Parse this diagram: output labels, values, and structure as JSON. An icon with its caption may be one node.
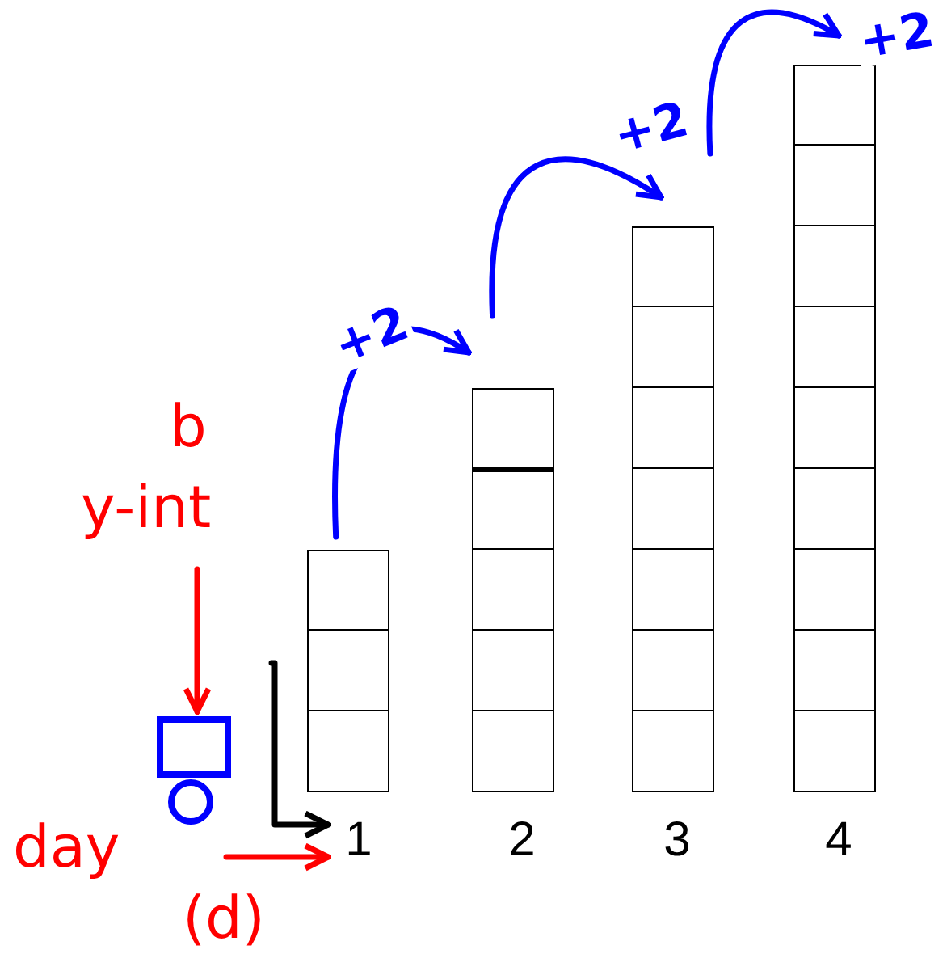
{
  "diagram": {
    "nodes": [
      {
        "text": [],
        "shape": "box"
      },
      {
        "text": [],
        "shape": "box"
      },
      {
        "text": [],
        "shape": "box"
      },
      {
        "text": [],
        "shape": "box"
      },
      {
        "text": [
          "1"
        ]
      },
      {
        "text": [
          "2"
        ]
      },
      {
        "text": [
          "3"
        ]
      },
      {
        "text": [
          "4"
        ]
      },
      {
        "text": [
          "b",
          "y-int"
        ]
      },
      {
        "text": [],
        "shape": "box"
      },
      {
        "text": [],
        "shape": "circle"
      },
      {
        "text": [
          "day",
          "(d)"
        ]
      }
    ],
    "edges": [
      {
        "from": 0,
        "to": 1,
        "arrow": "to",
        "label": "+2"
      },
      {
        "from": 1,
        "to": 2,
        "arrow": "to",
        "label": "+2"
      },
      {
        "from": 2,
        "to": 3,
        "arrow": "to",
        "label": "+2"
      },
      {
        "from": 8,
        "to": 9,
        "arrow": "to",
        "color": "#ff0000"
      },
      {
        "from": 0,
        "to": 4,
        "arrow": "to",
        "color": "#000000"
      },
      {
        "from": 11,
        "to": 4,
        "arrow": "to",
        "color": "#ff0000"
      }
    ]
  }
}
